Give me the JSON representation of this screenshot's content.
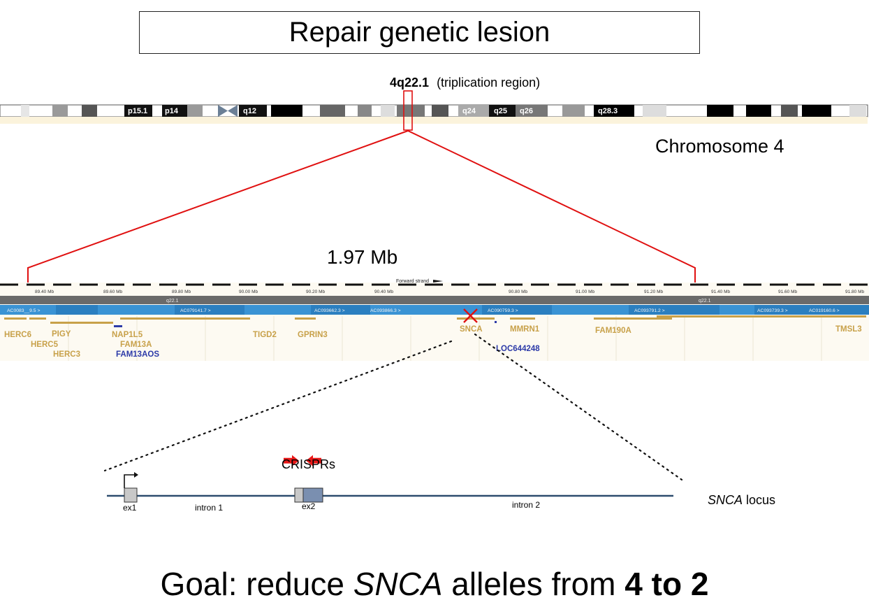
{
  "title": "Repair genetic lesion",
  "band": {
    "name": "4q22.1",
    "note": "(triplication region)"
  },
  "chromosome": {
    "title": "Chromosome 4",
    "bands": [
      "p15.1",
      "p14",
      "q12",
      "q24",
      "q25",
      "q26",
      "q28.3"
    ]
  },
  "region_size": "1.97 Mb",
  "browser": {
    "strand_label": "Forward strand",
    "ticks": [
      "89.40 Mb",
      "89.60 Mb",
      "89.80 Mb",
      "90.00 Mb",
      "90.20 Mb",
      "90.40 Mb",
      "90.80 Mb",
      "91.00 Mb",
      "91.20 Mb",
      "91.40 Mb",
      "91.60 Mb",
      "91.80 Mb"
    ],
    "band_tag": "q22.1",
    "band_tag_right": "q22.1",
    "contigs": [
      "AC0083__9.5 >",
      "AC079141.7 >",
      "AC093662.3 >",
      "AC093866.3 >",
      "AC090759.3 >",
      "AC093791.2 >",
      "AC093739.3 >",
      "AC019160.6 >"
    ],
    "genes": [
      "HERC6",
      "HERC5",
      "HERC3",
      "PIGY",
      "NAP1L5",
      "FAM13A",
      "FAM13AOS",
      "TIGD2",
      "GPRIN3",
      "SNCA",
      "MMRN1",
      "LOC644248",
      "FAM190A",
      "TMSL3"
    ]
  },
  "crispr_label": "CRISPRs",
  "locus": {
    "label_gene": "SNCA",
    "label_rest": " locus",
    "ex1": "ex1",
    "ex2": "ex2",
    "intron1": "intron 1",
    "intron2": "intron 2"
  },
  "goal": {
    "prefix": "Goal: reduce ",
    "gene": "SNCA",
    "middle": " alleles from ",
    "bold": "4 to 2"
  },
  "colors": {
    "zoom_line": "#e01010",
    "crispr_arrow": "#e81818",
    "locus_line": "#2d4c6e",
    "contig_bar": "#2b7fc0",
    "gene_gold": "#c8a14a"
  }
}
